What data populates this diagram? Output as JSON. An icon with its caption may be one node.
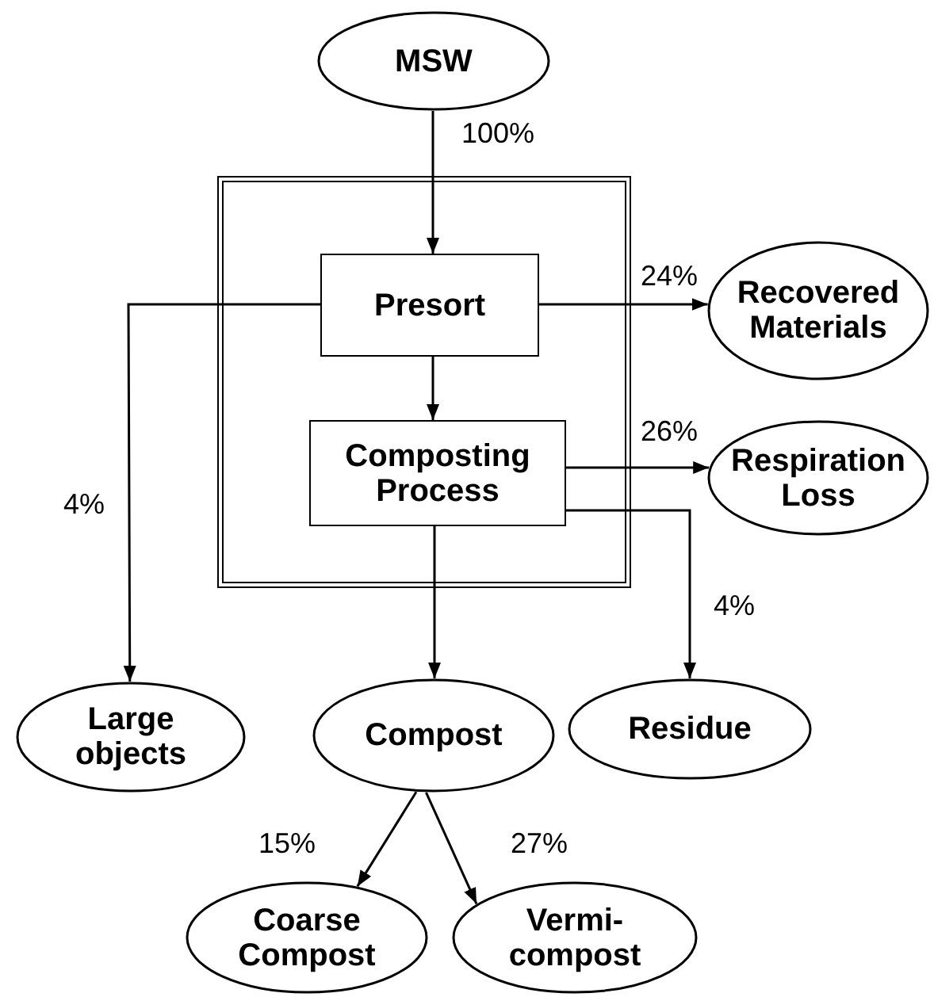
{
  "diagram": {
    "nodes": [
      {
        "text": [
          "MSW"
        ]
      },
      {
        "text": [],
        "shape": "box"
      },
      {
        "text": [
          "Presort"
        ],
        "in": 1
      },
      {
        "text": [
          "Composting Process"
        ],
        "in": 1
      },
      {
        "text": [
          "Recovered Materials"
        ]
      },
      {
        "text": [
          "Respiration Loss"
        ]
      },
      {
        "text": [
          "Large objects"
        ]
      },
      {
        "text": [
          "Compost"
        ]
      },
      {
        "text": [
          "Residue"
        ]
      },
      {
        "text": [
          "Coarse Compost"
        ]
      },
      {
        "text": [
          "Vermi- compost"
        ]
      }
    ],
    "edges": [
      {
        "from": 0,
        "to": 2,
        "arrow": "to",
        "label": "100%"
      },
      {
        "from": 2,
        "to": 4,
        "arrow": "to",
        "label": "24%"
      },
      {
        "from": 2,
        "to": 6,
        "arrow": "to",
        "label": "4%"
      },
      {
        "from": 2,
        "to": 3,
        "arrow": "to"
      },
      {
        "from": 3,
        "to": 5,
        "arrow": "to",
        "label": "26%"
      },
      {
        "from": 3,
        "to": 7,
        "arrow": "to"
      },
      {
        "from": 3,
        "to": 8,
        "arrow": "to",
        "label": "4%"
      },
      {
        "from": 7,
        "to": 9,
        "arrow": "to",
        "label": "15%"
      },
      {
        "from": 7,
        "to": 10,
        "arrow": "to",
        "label": "27%"
      }
    ]
  }
}
